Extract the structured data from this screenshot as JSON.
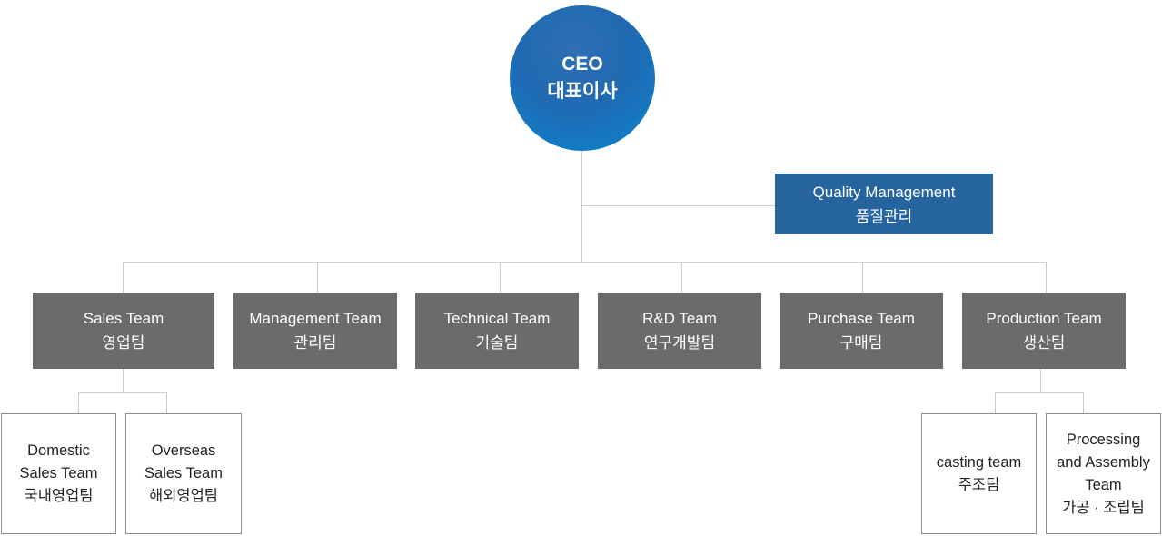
{
  "ceo": {
    "title": "CEO",
    "subtitle": "대표이사"
  },
  "quality": {
    "title": "Quality Management",
    "subtitle": "품질관리"
  },
  "teams": [
    {
      "title": "Sales Team",
      "subtitle": "영업팀"
    },
    {
      "title": "Management Team",
      "subtitle": "관리팀"
    },
    {
      "title": "Technical Team",
      "subtitle": "기술팀"
    },
    {
      "title": "R&D Team",
      "subtitle": "연구개발팀"
    },
    {
      "title": "Purchase Team",
      "subtitle": "구매팀"
    },
    {
      "title": "Production Team",
      "subtitle": "생산팀"
    }
  ],
  "sales_subteams": [
    {
      "line1": "Domestic",
      "line2": "Sales Team",
      "line3": "국내영업팀"
    },
    {
      "line1": "Overseas",
      "line2": "Sales Team",
      "line3": "해외영업팀"
    }
  ],
  "production_subteams": [
    {
      "line1": "casting team",
      "line2": "주조팀"
    },
    {
      "line1": "Processing",
      "line2": "and Assembly",
      "line3": "Team",
      "line4": "가공 · 조립팀"
    }
  ],
  "colors": {
    "ceo_circle": "#1f6ab3",
    "quality_box": "#2664a0",
    "team_box": "#6b6b6b",
    "connector": "#cccccc",
    "subteam_border": "#8c8c8c"
  }
}
